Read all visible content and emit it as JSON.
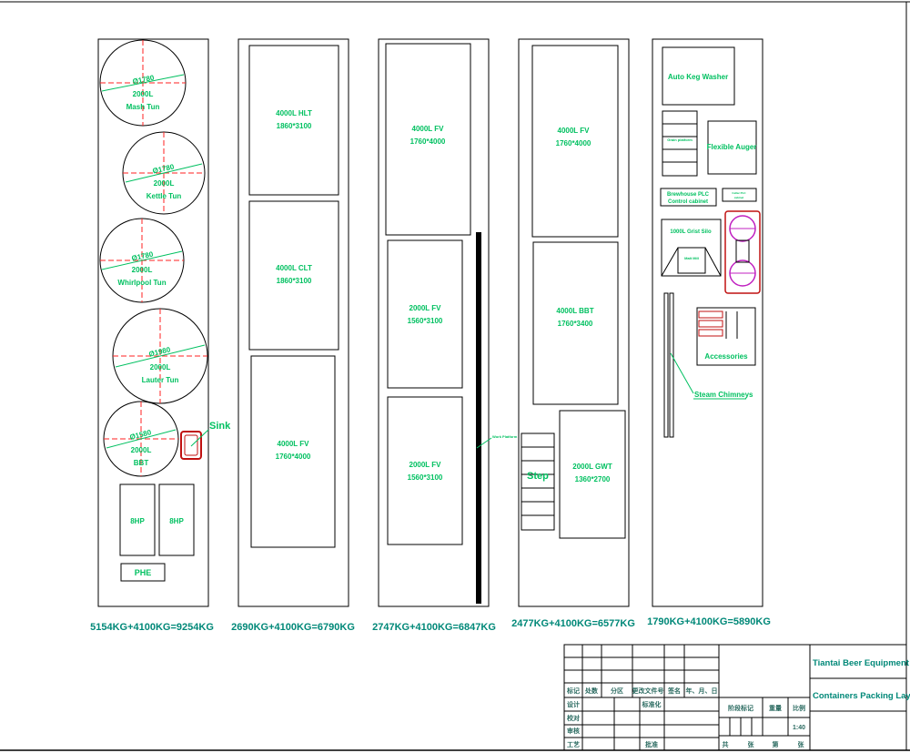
{
  "containers": [
    {
      "weight": "5154KG+4100KG=9254KG",
      "tanks": [
        {
          "dia": "Ø1780",
          "cap": "2000L",
          "name": "Mash Tun"
        },
        {
          "dia": "Ø1780",
          "cap": "2000L",
          "name": "Kettle Tun"
        },
        {
          "dia": "Ø1780",
          "cap": "2000L",
          "name": "Whirlpool Tun"
        },
        {
          "dia": "Ø1980",
          "cap": "2000L",
          "name": "Lauter Tun"
        },
        {
          "dia": "Ø1580",
          "cap": "2000L",
          "name": "BBT"
        }
      ],
      "sink": "Sink",
      "hp1": "8HP",
      "hp2": "8HP",
      "phe": "PHE"
    },
    {
      "weight": "2690KG+4100KG=6790KG",
      "boxes": [
        {
          "l1": "4000L HLT",
          "l2": "1860*3100"
        },
        {
          "l1": "4000L CLT",
          "l2": "1860*3100"
        },
        {
          "l1": "4000L FV",
          "l2": "1760*4000"
        }
      ]
    },
    {
      "weight": "2747KG+4100KG=6847KG",
      "boxes": [
        {
          "l1": "4000L FV",
          "l2": "1760*4000"
        },
        {
          "l1": "2000L FV",
          "l2": "1560*3100"
        },
        {
          "l1": "2000L FV",
          "l2": "1560*3100"
        }
      ],
      "platform": "Work Platform"
    },
    {
      "weight": "2477KG+4100KG=6577KG",
      "boxes": [
        {
          "l1": "4000L FV",
          "l2": "1760*4000"
        },
        {
          "l1": "4000L BBT",
          "l2": "1760*3400"
        },
        {
          "l1": "2000L GWT",
          "l2": "1360*2700"
        }
      ],
      "step": "Step"
    },
    {
      "weight": "1790KG+4100KG=5890KG",
      "keg": "Auto Keg Washer",
      "augerRack": "Grain platform",
      "auger": "Flexible Auger",
      "plc1": "Brewhouse PLC",
      "plc2": "Control cabinet",
      "small1": "Cellar PLC",
      "small2": "cabinet",
      "silo": "1000L Grist Silo",
      "mill": "Malt Mill",
      "accessories": "Accessories",
      "chimney": "Steam Chimneys"
    }
  ],
  "titleBlock": {
    "company": "Tiantai Beer Equipment Co.,",
    "drawing": "Containers Packing Layout",
    "scale": "1:40",
    "headers": [
      "标记",
      "处数",
      "分区",
      "更改文件号",
      "签名",
      "年、月、日"
    ],
    "rows": [
      "设计",
      "校对",
      "审核",
      "工艺"
    ],
    "std": "标准化",
    "approve": "批准",
    "stage": "阶段标记",
    "weight": "重量",
    "ratio": "比例",
    "total": "共",
    "sheet": "张",
    "no": "第",
    "page": "张"
  }
}
